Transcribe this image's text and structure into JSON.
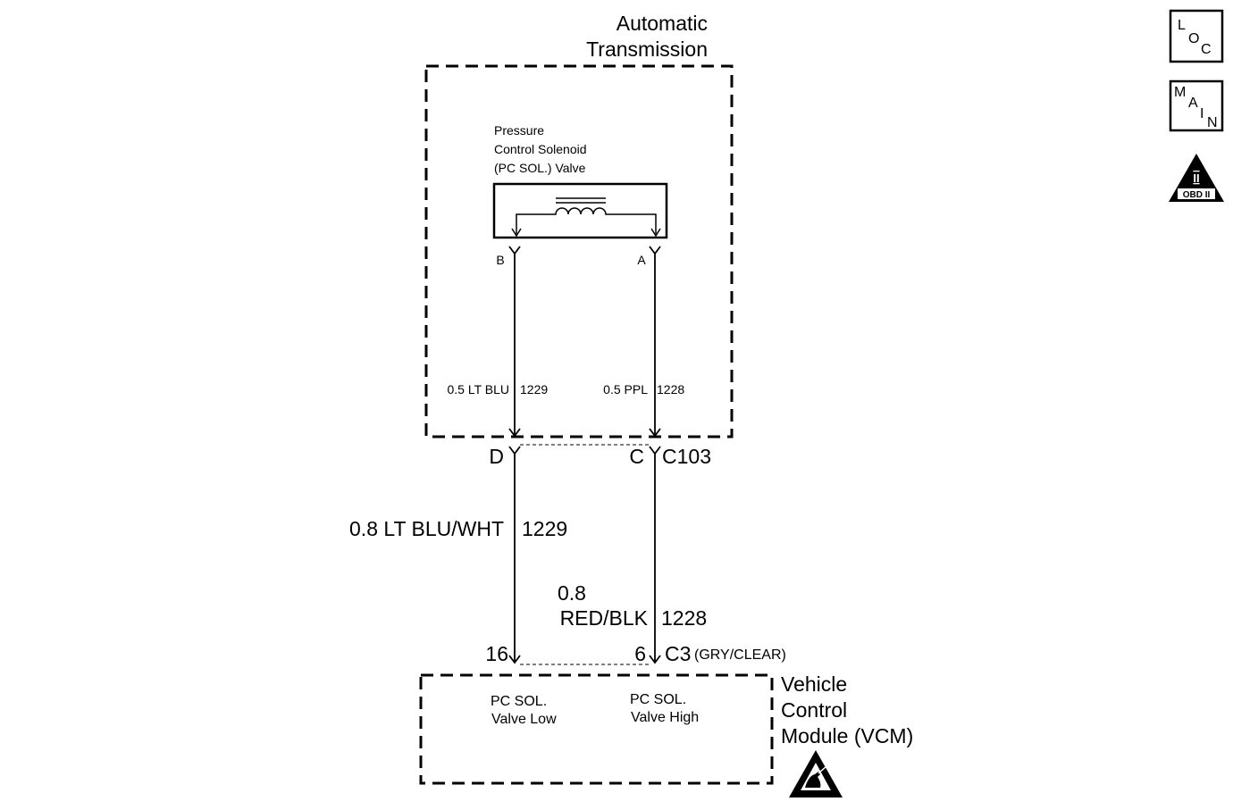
{
  "transmission": {
    "title_line1": "Automatic",
    "title_line2": "Transmission"
  },
  "solenoid": {
    "label_line1": "Pressure",
    "label_line2": "Control Solenoid",
    "label_line3": "(PC SOL.) Valve",
    "pin_b": "B",
    "pin_a": "A"
  },
  "wires_internal": {
    "left_label": "0.5 LT BLU",
    "left_circuit": "1229",
    "right_label": "0.5 PPL",
    "right_circuit": "1228"
  },
  "connector_c103": {
    "pin_left": "D",
    "pin_right": "C",
    "name": "C103"
  },
  "wires_external": {
    "left_label": "0.8 LT BLU/WHT",
    "left_circuit": "1229",
    "right_label_line1": "0.8",
    "right_label_line2": "RED/BLK",
    "right_circuit": "1228"
  },
  "connector_c3": {
    "pin_left": "16",
    "pin_right": "6",
    "name": "C3",
    "note": "(GRY/CLEAR)"
  },
  "vcm": {
    "low_line1": "PC SOL.",
    "low_line2": "Valve Low",
    "high_line1": "PC SOL.",
    "high_line2": "Valve High",
    "title_line1": "Vehicle",
    "title_line2": "Control",
    "title_line3": "Module (VCM)"
  },
  "icons": {
    "loc": {
      "l": "L",
      "o": "O",
      "c": "C"
    },
    "main": {
      "m": "M",
      "a": "A",
      "i": "I",
      "n": "N"
    },
    "obd": {
      "numeral": "II",
      "label": "OBD II"
    },
    "esd": "esd-warning-icon"
  }
}
